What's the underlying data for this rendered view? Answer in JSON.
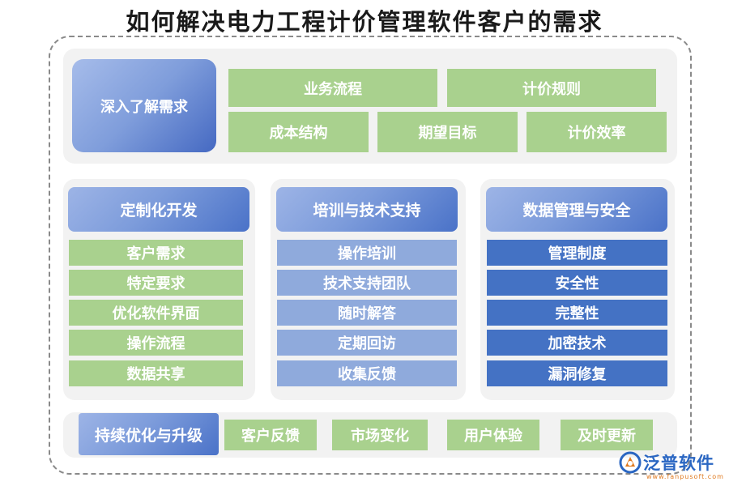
{
  "title": "如何解决电力工程计价管理软件客户的需求",
  "top": {
    "main": "深入了解需求",
    "row1": [
      "业务流程",
      "计价规则"
    ],
    "row2": [
      "成本结构",
      "期望目标",
      "计价效率"
    ]
  },
  "columns": [
    {
      "header": "定制化开发",
      "items": [
        "客户需求",
        "特定要求",
        "优化软件界面",
        "操作流程",
        "数据共享"
      ]
    },
    {
      "header": "培训与技术支持",
      "items": [
        "操作培训",
        "技术支持团队",
        "随时解答",
        "定期回访",
        "收集反馈"
      ]
    },
    {
      "header": "数据管理与安全",
      "items": [
        "管理制度",
        "安全性",
        "完整性",
        "加密技术",
        "漏洞修复"
      ]
    }
  ],
  "bottom": {
    "main": "持续优化与升级",
    "items": [
      "客户反馈",
      "市场变化",
      "用户体验",
      "及时更新"
    ]
  },
  "logo": {
    "name": "泛普软件",
    "url": "www.fanpusoft.com"
  },
  "colors": {
    "green": "#a9d18e",
    "light_blue": "#8faadc",
    "dark_blue": "#4472c4",
    "panel": "#f2f2f2"
  }
}
